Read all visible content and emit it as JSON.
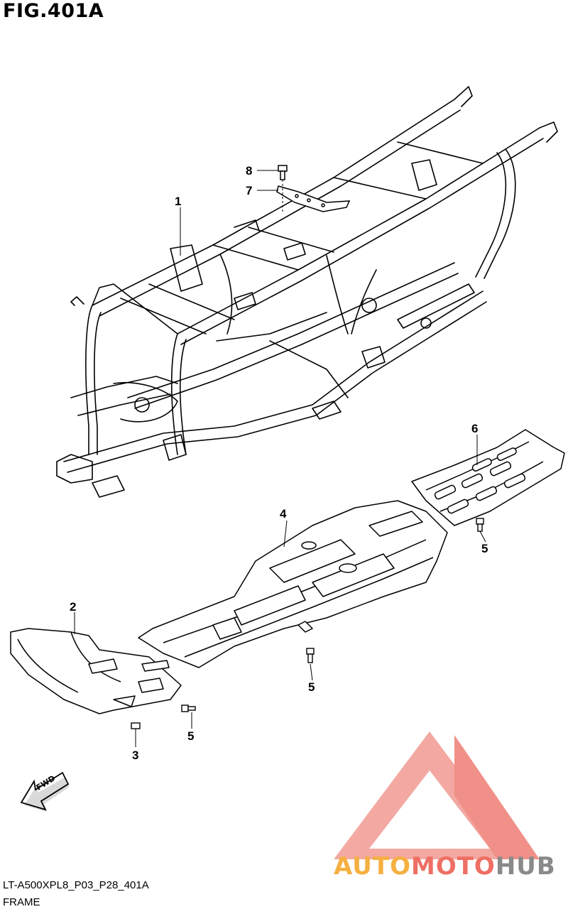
{
  "figure": {
    "title": "FIG.401A"
  },
  "callouts": {
    "c1": "1",
    "c2": "2",
    "c3": "3",
    "c4": "4",
    "c5a": "5",
    "c5b": "5",
    "c5c": "5",
    "c6": "6",
    "c7": "7",
    "c8": "8"
  },
  "fwd_label": "FWD",
  "footer": {
    "code": "LT-A500XPL8_P03_P28_401A",
    "name": "FRAME"
  },
  "watermark": {
    "part1": "AUTO",
    "part2": "MOTO",
    "part3": "HUB",
    "colors": {
      "auto": "#f5b041",
      "moto": "#ef6f64",
      "hub": "#8a8a8a",
      "logo": "#f08a82"
    }
  }
}
